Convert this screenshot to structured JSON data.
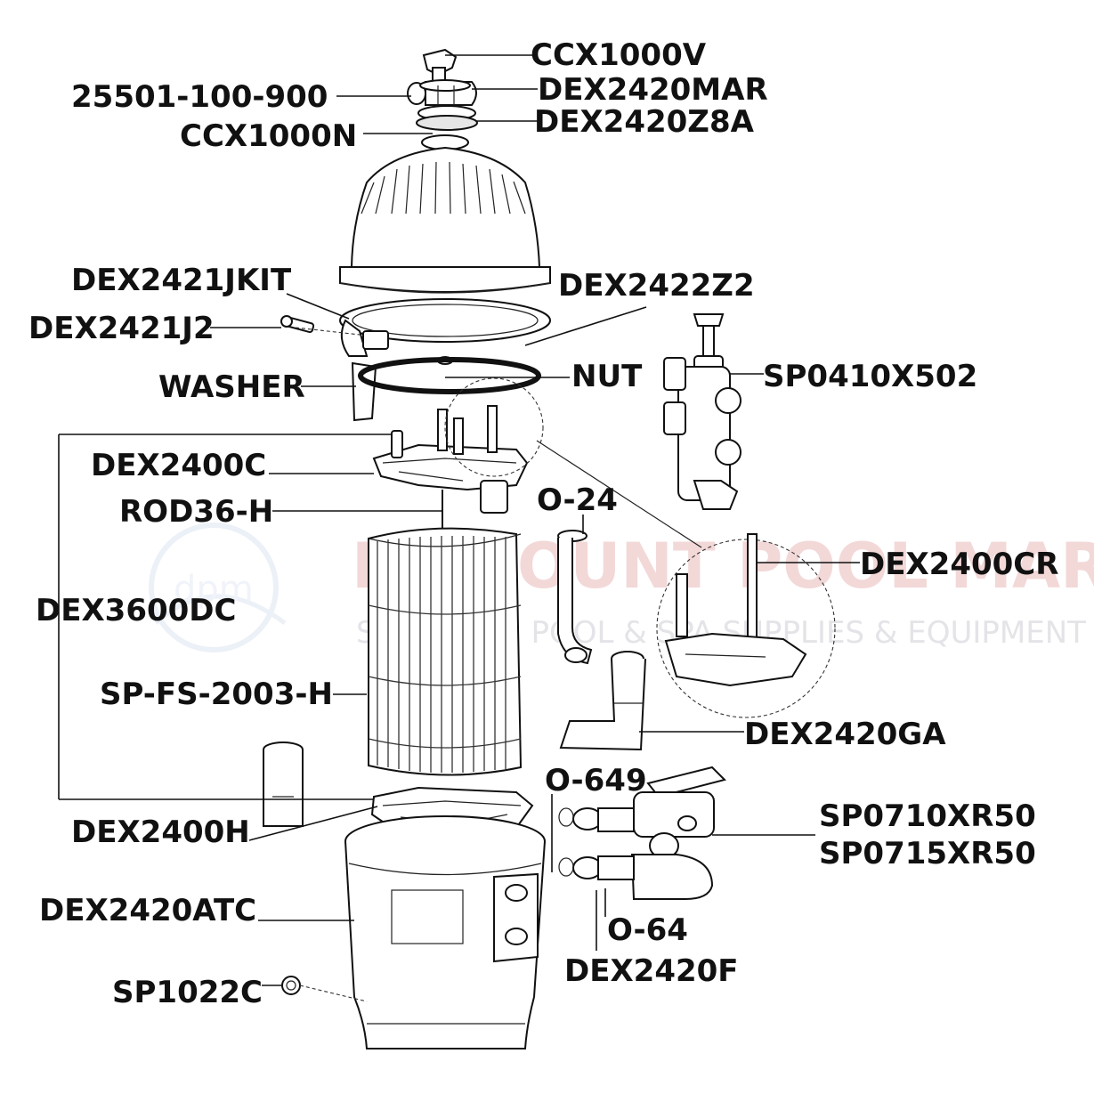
{
  "watermark": {
    "title": "DISCOUNT POOL MART",
    "subtitle": "SWIMMING POOL & SPA SUPPLIES & EQUIPMENT",
    "logo_text": "dpm"
  },
  "labels": {
    "ccx1000v": "CCX1000V",
    "p25501": "25501-100-900",
    "dex2420mar": "DEX2420MAR",
    "dex2420z8a": "DEX2420Z8A",
    "ccx1000n": "CCX1000N",
    "dex2421jkit": "DEX2421JKIT",
    "dex2422z2": "DEX2422Z2",
    "dex2421j2": "DEX2421J2",
    "nut": "NUT",
    "sp0410x502": "SP0410X502",
    "washer": "WASHER",
    "dex2400c": "DEX2400C",
    "rod36h": "ROD36-H",
    "o24": "O-24",
    "dex2400cr": "DEX2400CR",
    "dex3600dc": "DEX3600DC",
    "spfs2003h": "SP-FS-2003-H",
    "dex2420ga": "DEX2420GA",
    "o649": "O-649",
    "sp0710xr50": "SP0710XR50",
    "sp0715xr50": "SP0715XR50",
    "dex2400h": "DEX2400H",
    "dex2420atc": "DEX2420ATC",
    "o64": "O-64",
    "dex2420f": "DEX2420F",
    "sp1022c": "SP1022C"
  }
}
